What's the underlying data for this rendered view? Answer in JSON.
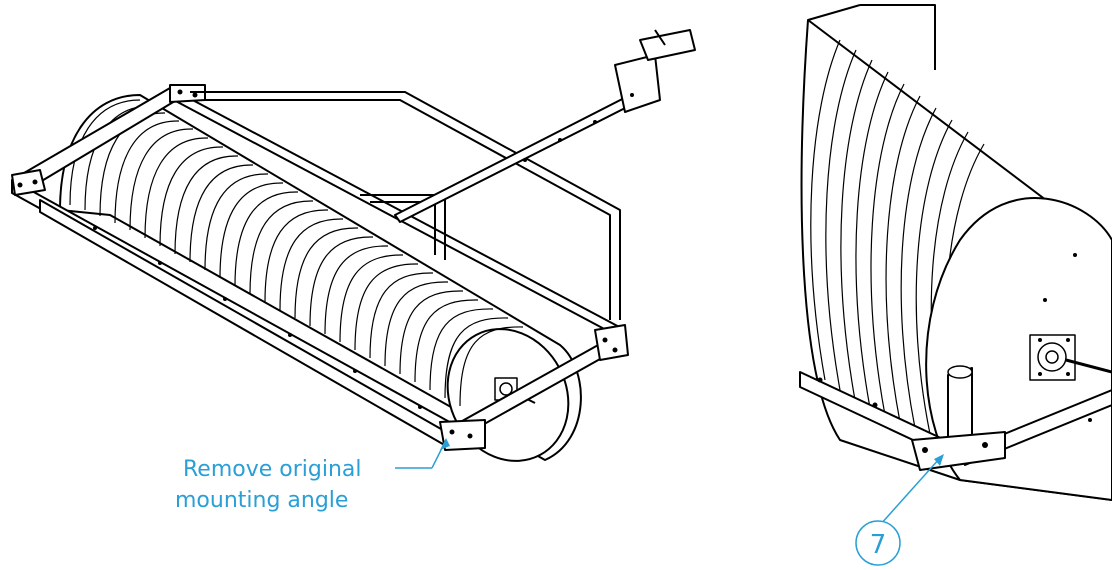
{
  "callout_left": {
    "line1": "Remove original",
    "line2": "mounting angle"
  },
  "callout_right": {
    "number": "7"
  },
  "colors": {
    "callout": "#2a9fd6",
    "line": "#000000",
    "background": "#ffffff"
  }
}
